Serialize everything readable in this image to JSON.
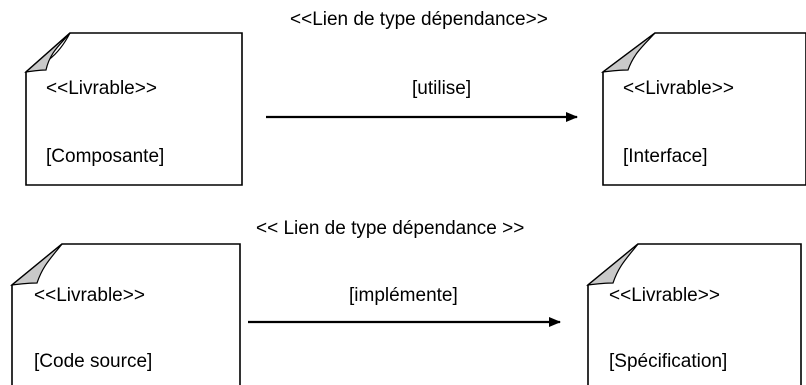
{
  "row1": {
    "dependency_label": "<<Lien de type dépendance>>",
    "relation_label": "[utilise]",
    "source": {
      "stereotype": "<<Livrable>>",
      "name": "[Composante]"
    },
    "target": {
      "stereotype": "<<Livrable>>",
      "name": "[Interface]"
    }
  },
  "row2": {
    "dependency_label": "<< Lien de type dépendance >>",
    "relation_label": "[implémente]",
    "source": {
      "stereotype": "<<Livrable>>",
      "name": "[Code source]"
    },
    "target": {
      "stereotype": "<<Livrable>>",
      "name": "[Spécification]"
    }
  }
}
